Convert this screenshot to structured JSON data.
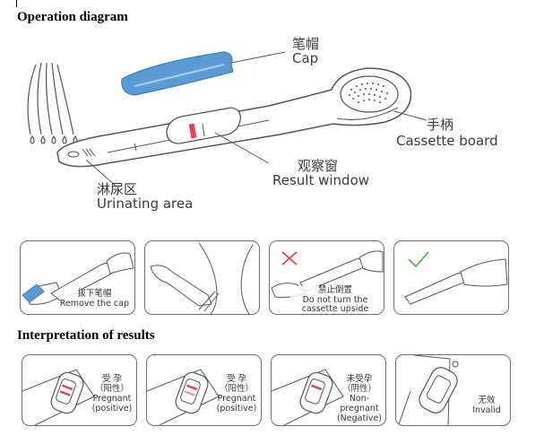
{
  "sections": {
    "operation_title": "Operation diagram",
    "interpretation_title": "Interpretation of results"
  },
  "diagram": {
    "cap": {
      "cn": "笔帽",
      "en": "Cap"
    },
    "cassette_board": {
      "cn": "手柄",
      "en": "Cassette board"
    },
    "result_window": {
      "cn": "观察窗",
      "en": "Result window"
    },
    "urinating_area": {
      "cn": "淋尿区",
      "en": "Urinating area"
    }
  },
  "steps": [
    {
      "cn": "拔下笔帽",
      "en": "Remove the cap"
    },
    {
      "cn": "",
      "en": ""
    },
    {
      "cn": "禁止倒置",
      "en": "Do not turn the cassette upside down"
    },
    {
      "cn": "",
      "en": ""
    }
  ],
  "results": [
    {
      "cn": "受 孕",
      "cn2": "（阳性）",
      "en": "Pregnant",
      "en2": "(positive)",
      "lines": 2
    },
    {
      "cn": "受 孕",
      "cn2": "（阳性）",
      "en": "Pregnant",
      "en2": "(positive)",
      "lines": 2
    },
    {
      "cn": "未受孕",
      "cn2": "（阴性）",
      "en": "Non-pregnant",
      "en2": "(Negative)",
      "lines": 1
    },
    {
      "cn": "无效",
      "cn2": "",
      "en": "Invalid",
      "en2": "",
      "lines": 0
    }
  ],
  "colors": {
    "cap": "#5b9bd5",
    "test_line": "#e0445b",
    "outline": "#6e6e6e",
    "cross": "#e03a3a",
    "check": "#4aa84a"
  }
}
